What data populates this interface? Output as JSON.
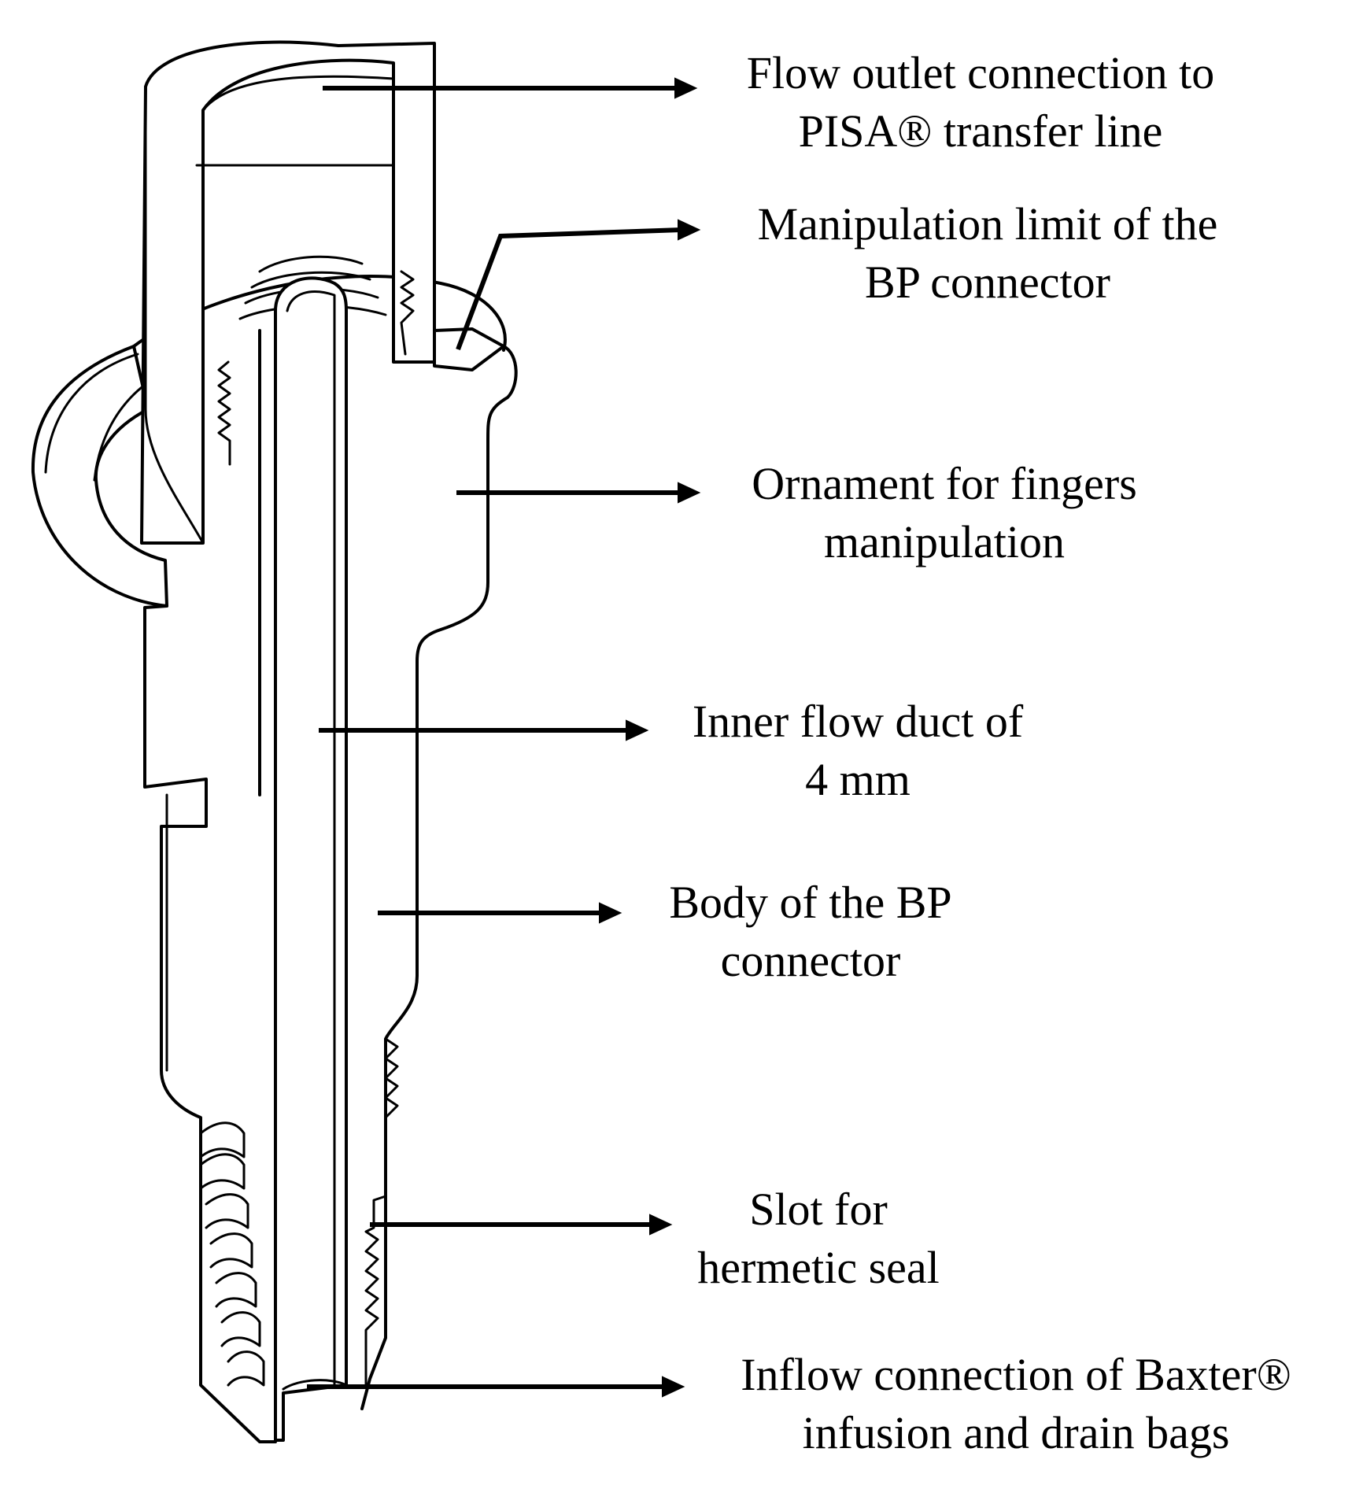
{
  "labels": {
    "flow_outlet": {
      "line1": "Flow outlet connection to",
      "line2": "PISA® transfer line"
    },
    "manipulation_limit": {
      "line1": "Manipulation limit of the",
      "line2": "BP connector"
    },
    "ornament": {
      "line1": "Ornament for fingers",
      "line2": "manipulation"
    },
    "inner_duct": {
      "line1": "Inner flow duct of",
      "line2": "4 mm"
    },
    "body": {
      "line1": "Body of the BP",
      "line2": "connector"
    },
    "slot": {
      "line1": "Slot for",
      "line2": "hermetic seal"
    },
    "inflow": {
      "line1": "Inflow connection of Baxter®",
      "line2": "infusion and drain bags"
    }
  },
  "colors": {
    "line": "#000000",
    "background": "#ffffff"
  }
}
